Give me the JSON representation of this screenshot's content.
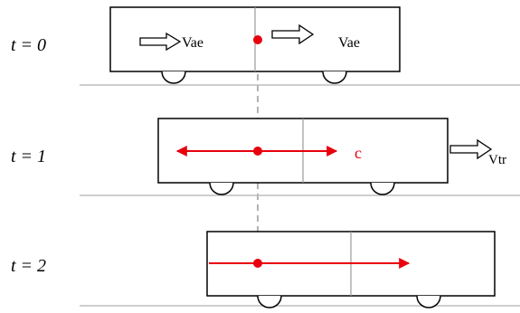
{
  "rows": [
    {
      "time_label": "t = 0",
      "velocity_labels": [
        "Vae",
        "Vae"
      ]
    },
    {
      "time_label": "t = 1",
      "light_label": "c",
      "train_velocity_label": "Vtr"
    },
    {
      "time_label": "t = 2"
    }
  ],
  "colors": {
    "outline": "#000000",
    "ground": "#bdbdbd",
    "center_line": "#999999",
    "light": "#e8000d"
  },
  "icons": {
    "velocity_arrow": "hollow-right-arrow",
    "wheel": "half-circle-wheel",
    "source": "red-dot"
  }
}
